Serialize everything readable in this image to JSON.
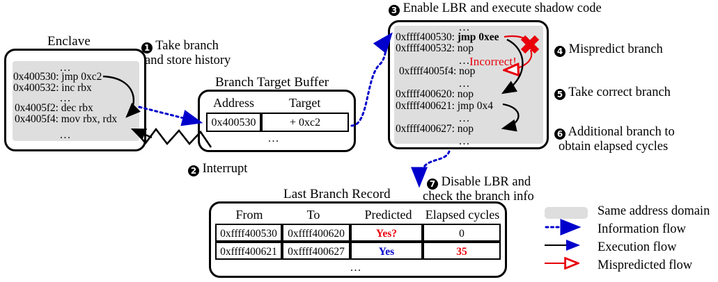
{
  "enclave": {
    "title": "Enclave",
    "lines": [
      {
        "addr": "",
        "ins": "..."
      },
      {
        "addr": "0x400530:",
        "ins": "jmp 0xc2"
      },
      {
        "addr": "0x400532:",
        "ins": "inc rbx"
      },
      {
        "addr": "",
        "ins": "..."
      },
      {
        "addr": "0x4005f2:",
        "ins": "dec rbx"
      },
      {
        "addr": "0x4005f4:",
        "ins": "mov rbx, rdx"
      },
      {
        "addr": "",
        "ins": "..."
      }
    ]
  },
  "btb": {
    "title": "Branch Target Buffer",
    "columns": [
      "Address",
      "Target"
    ],
    "rows": [
      [
        "0x400530",
        "+ 0xc2"
      ]
    ],
    "ellipsis": "..."
  },
  "shadow": {
    "lines": [
      {
        "addr": "",
        "ins": "..."
      },
      {
        "addr": "0xffff400530:",
        "ins": "jmp 0xee",
        "bold_ins": true
      },
      {
        "addr": "0xffff400532:",
        "ins": "nop"
      },
      {
        "addr": "",
        "ins": "..."
      },
      {
        "addr": "0xffff4005f4:",
        "ins": "nop"
      },
      {
        "addr": "",
        "ins": "..."
      },
      {
        "addr": "0xffff400620:",
        "ins": "nop"
      },
      {
        "addr": "0xffff400621:",
        "ins": "jmp 0x4"
      },
      {
        "addr": "",
        "ins": "..."
      },
      {
        "addr": "0xffff400627:",
        "ins": "nop"
      },
      {
        "addr": "",
        "ins": "..."
      }
    ],
    "incorrect_label": "Incorrect!",
    "incorrect_color": "#e8000b"
  },
  "lbr": {
    "title": "Last Branch Record",
    "columns": [
      "From",
      "To",
      "Predicted",
      "Elapsed cycles"
    ],
    "rows": [
      {
        "from": "0xffff400530",
        "to": "0xffff400620",
        "predicted": "Yes?",
        "predicted_color": "#e8000b",
        "cycles": "0",
        "cycles_color": "#000000"
      },
      {
        "from": "0xffff400621",
        "to": "0xffff400627",
        "predicted": "Yes",
        "predicted_color": "#0000cc",
        "cycles": "35",
        "cycles_color": "#e8000b"
      }
    ],
    "ellipsis": "..."
  },
  "steps": [
    {
      "n": "❶",
      "line1": "Take branch",
      "line2": "and store history"
    },
    {
      "n": "❷",
      "line1": "Interrupt",
      "line2": ""
    },
    {
      "n": "❸",
      "line1": "Enable LBR and execute shadow code",
      "line2": ""
    },
    {
      "n": "❹",
      "line1": "Mispredict branch",
      "line2": ""
    },
    {
      "n": "❺",
      "line1": "Take correct branch",
      "line2": ""
    },
    {
      "n": "❻",
      "line1": "Additional branch to",
      "line2": "obtain elapsed cycles"
    },
    {
      "n": "❼",
      "line1": "Disable LBR and",
      "line2": "check the branch info"
    }
  ],
  "legend": [
    {
      "label": "Same address domain",
      "kind": "swatch",
      "color": "#dedede"
    },
    {
      "label": "Information flow",
      "kind": "dotted-arrow",
      "color": "#0000cc"
    },
    {
      "label": "Execution flow",
      "kind": "solid-arrow",
      "color": "#000000"
    },
    {
      "label": "Mispredicted flow",
      "kind": "hollow-arrow",
      "color": "#e8000b"
    }
  ]
}
